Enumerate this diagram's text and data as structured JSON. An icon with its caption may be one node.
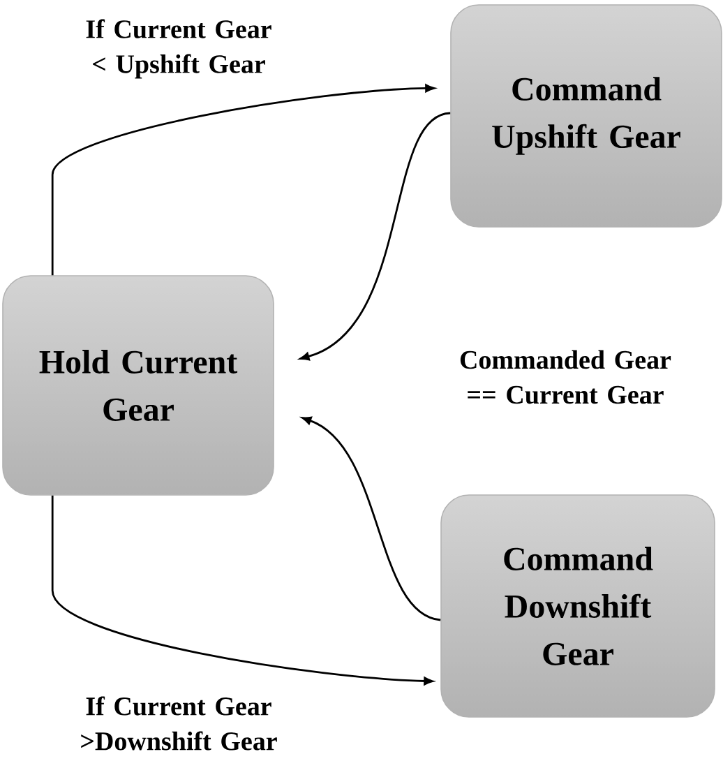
{
  "diagram": {
    "nodes": [
      {
        "text": [
          "Hold Current Gear"
        ]
      },
      {
        "text": [
          "Command Upshift Gear"
        ]
      },
      {
        "text": [
          "Command Downshift Gear"
        ]
      }
    ],
    "edges": [
      {
        "from": 0,
        "to": 1,
        "arrow": "to",
        "label": "If Current Gear < Upshift Gear"
      },
      {
        "from": 1,
        "to": 0,
        "arrow": "to"
      },
      {
        "from": 2,
        "to": 0,
        "arrow": "to"
      },
      {
        "from": 0,
        "to": 2,
        "arrow": "to",
        "label": "If Current Gear >Downshift Gear"
      }
    ],
    "labels": [
      "Commanded Gear == Current Gear"
    ]
  }
}
